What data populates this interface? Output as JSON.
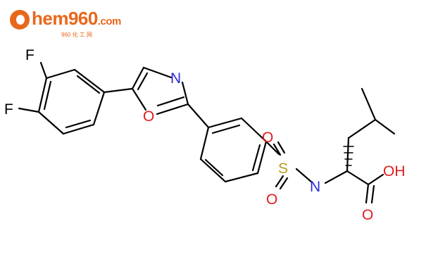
{
  "logo": {
    "brand": "hem960",
    "domain": ".com",
    "subtitle": "960 化 工 网"
  },
  "atoms": {
    "f1": "F",
    "f2": "F",
    "n_oxazole": "N",
    "o_oxazole": "O",
    "s": "S",
    "o_s_top": "O",
    "o_s_bottom": "O",
    "nh": "N",
    "oh": "OH",
    "o_carbonyl": "O"
  },
  "colors": {
    "bond": "#000000",
    "oxygen": "#e11c1c",
    "nitrogen": "#2b2bd8",
    "sulfur": "#b89a1c",
    "brand": "#e9671b"
  }
}
